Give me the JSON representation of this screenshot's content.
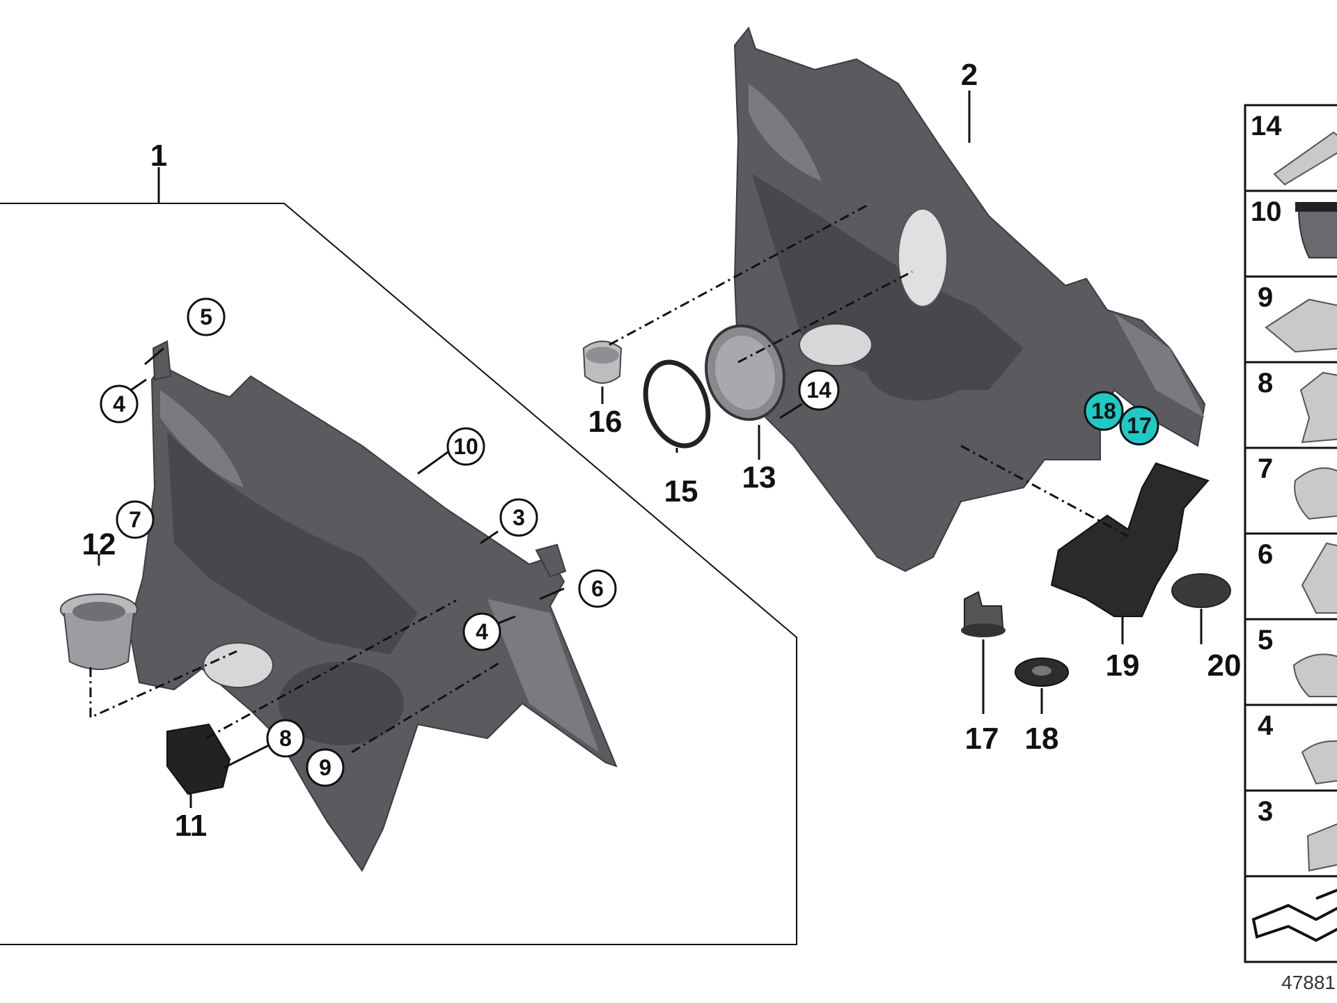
{
  "labels": {
    "l1": "1",
    "l2": "2",
    "l3": "3",
    "l4a": "4",
    "l4b": "4",
    "l5": "5",
    "l6": "6",
    "l7": "7",
    "l8": "8",
    "l9": "9",
    "l10": "10",
    "l11": "11",
    "l12": "12",
    "l13": "13",
    "l14": "14",
    "l15": "15",
    "l16": "16",
    "l17": "17",
    "l18": "18",
    "l19": "19",
    "l20": "20",
    "hl18": "18",
    "hl17": "17"
  },
  "side_panel": [
    "14",
    "10",
    "9",
    "8",
    "7",
    "6",
    "5",
    "4",
    "3"
  ],
  "footer_id": "47881",
  "colors": {
    "highlight": "#1fc9c4",
    "panel": "#5b5b5f"
  }
}
